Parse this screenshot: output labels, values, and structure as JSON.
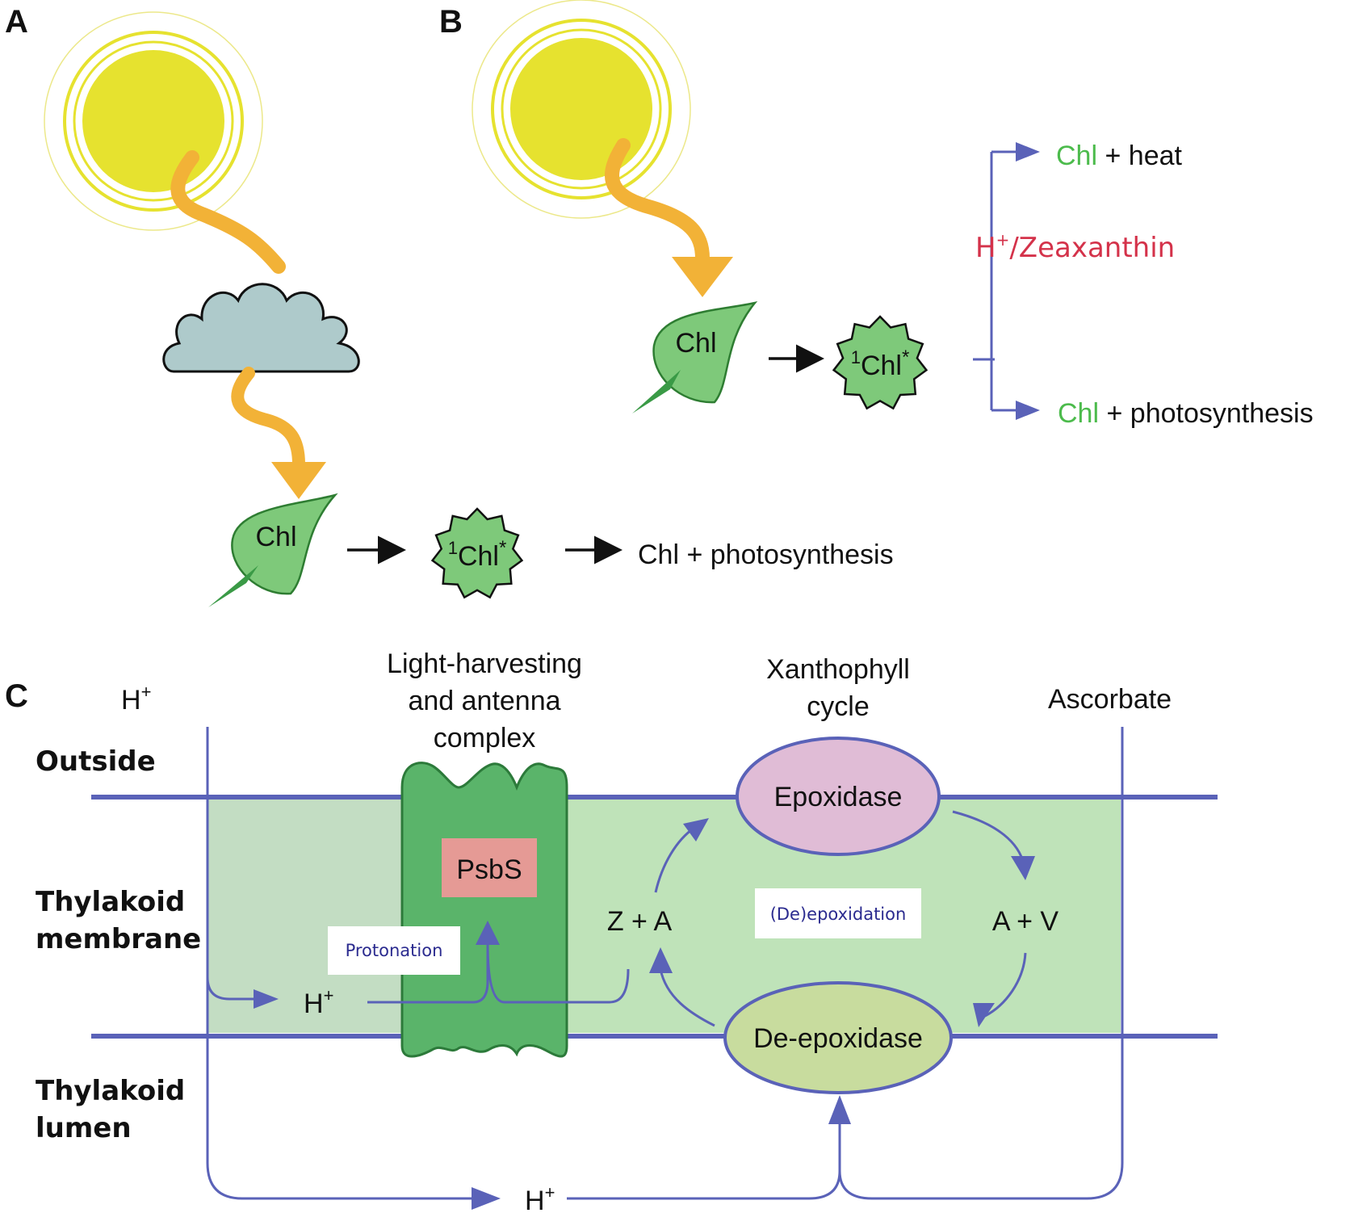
{
  "panels": {
    "a": "A",
    "b": "B",
    "c": "C"
  },
  "colors": {
    "sun": "#e6e22f",
    "sun_ring": "#e6e22f",
    "light_ray": "#f2b237",
    "cloud": "#aecacb",
    "leaf": "#7ec97a",
    "leaf_stem": "#3a9a46",
    "membrane_line": "#5a62b8",
    "membrane_fill": "#bfe3b9",
    "membrane_fill_left": "#c3ddc3",
    "complex_green": "#5ab46a",
    "psbs_fill": "#e59a95",
    "epoxidase_fill": "#e0bcd6",
    "deepoxidase_fill": "#c8dc9e",
    "chl_green": "#4cbb4c",
    "zeaxanthin_red": "#d4324a",
    "arrow_blue": "#5a62b8"
  },
  "panel_a": {
    "chl": "Chl",
    "chl_excited_sup": "1",
    "chl_excited": "Chl",
    "chl_excited_star": "*",
    "result": "Chl + photosynthesis"
  },
  "panel_b": {
    "chl": "Chl",
    "chl_excited_sup": "1",
    "chl_excited": "Chl",
    "chl_excited_star": "*",
    "mediator_h": "H",
    "mediator_plus": "+",
    "mediator_rest": "/Zeaxanthin",
    "out_top_chl": "Chl",
    "out_top_rest": " + heat",
    "out_bottom_chl": "Chl",
    "out_bottom_rest": " + photosynthesis"
  },
  "panel_c": {
    "h_top": "H",
    "h_top_plus": "+",
    "complex_title": [
      "Light-harvesting",
      "and antenna",
      "complex"
    ],
    "xanthophyll_title": [
      "Xanthophyll",
      "cycle"
    ],
    "ascorbate": "Ascorbate",
    "outside": "Outside",
    "thylakoid_membrane": [
      "Thylakoid",
      "membrane"
    ],
    "thylakoid_lumen": [
      "Thylakoid",
      "lumen"
    ],
    "psbs": "PsbS",
    "protonation": "Protonation",
    "h_mid": "H",
    "h_mid_plus": "+",
    "za": "Z + A",
    "av": "A + V",
    "deepoxidation": "(De)epoxidation",
    "epoxidase": "Epoxidase",
    "deepoxidase": "De-epoxidase",
    "h_bottom": "H",
    "h_bottom_plus": "+"
  }
}
